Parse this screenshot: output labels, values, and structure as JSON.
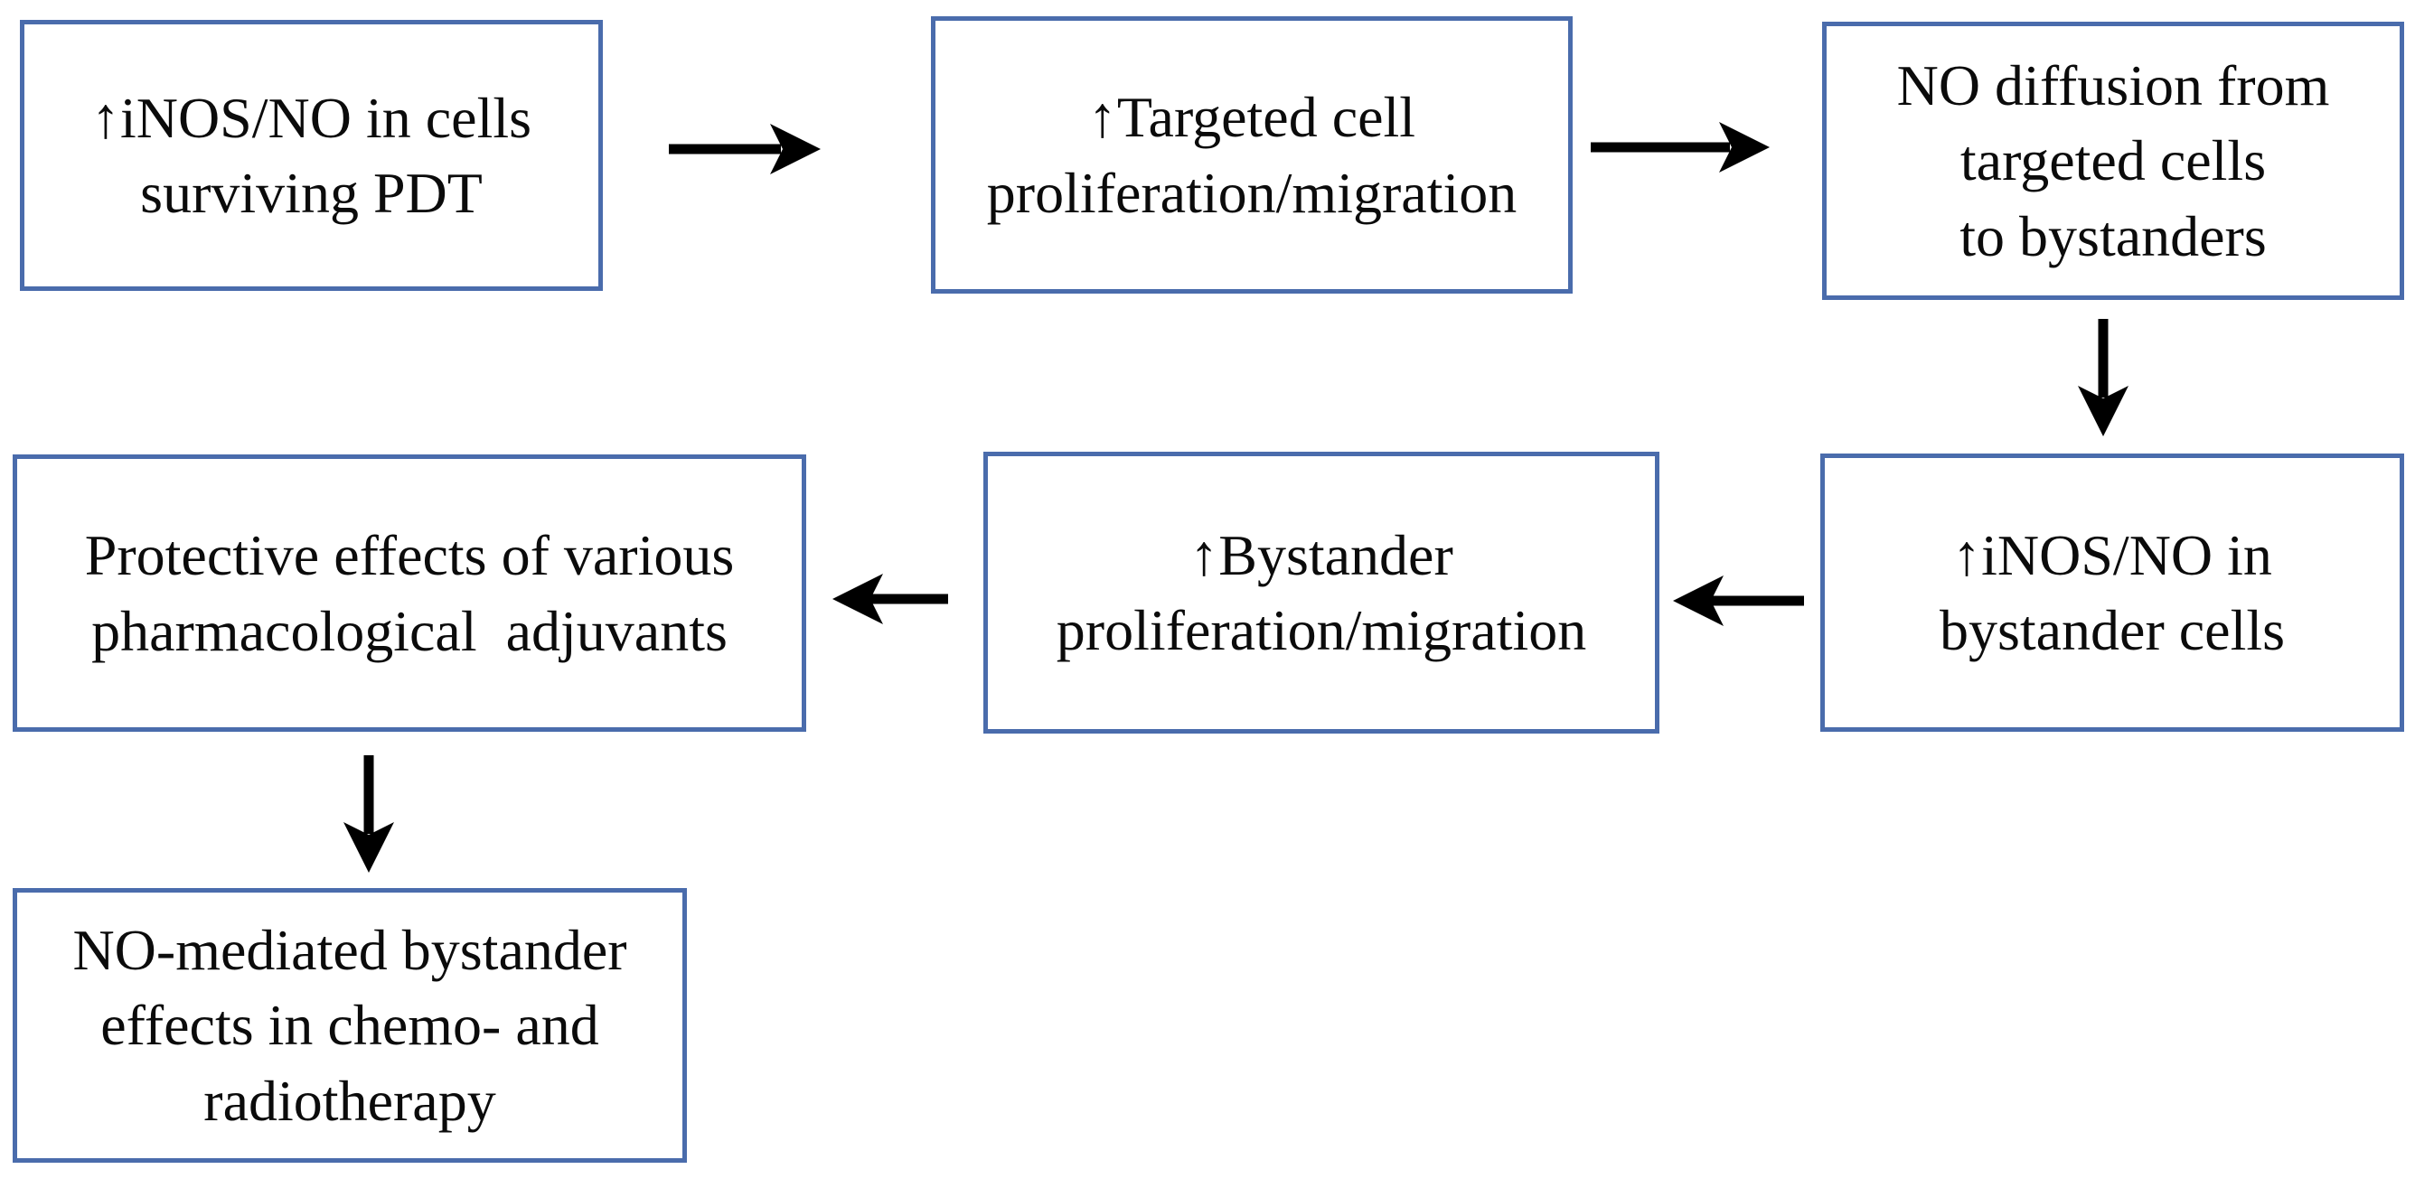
{
  "diagram": {
    "colors": {
      "background": "#ffffff",
      "box_border": "#4a6cac",
      "box_fill": "#ffffff",
      "text": "#0b0b0b",
      "arrow": "#000000"
    },
    "boxes": [
      {
        "id": "inos-no-surviving-pdt",
        "text": "↑iNOS/NO in cells\nsurviving PDT"
      },
      {
        "id": "targeted-cell-proliferation",
        "text": "↑Targeted cell\nproliferation/migration"
      },
      {
        "id": "no-diffusion-to-bystanders",
        "text": "NO diffusion from\ntargeted cells\nto bystanders"
      },
      {
        "id": "protective-adjuvants",
        "text": "Protective effects of various\npharmacological  adjuvants"
      },
      {
        "id": "bystander-proliferation",
        "text": "↑Bystander\nproliferation/migration"
      },
      {
        "id": "inos-no-bystander-cells",
        "text": "↑iNOS/NO in\nbystander cells"
      },
      {
        "id": "no-mediated-chemo-radio",
        "text": "NO-mediated bystander\neffects in chemo- and\nradiotherapy"
      }
    ],
    "connections": [
      {
        "from": "inos-no-surviving-pdt",
        "to": "targeted-cell-proliferation",
        "direction": "right"
      },
      {
        "from": "targeted-cell-proliferation",
        "to": "no-diffusion-to-bystanders",
        "direction": "right"
      },
      {
        "from": "no-diffusion-to-bystanders",
        "to": "inos-no-bystander-cells",
        "direction": "down"
      },
      {
        "from": "inos-no-bystander-cells",
        "to": "bystander-proliferation",
        "direction": "left"
      },
      {
        "from": "bystander-proliferation",
        "to": "protective-adjuvants",
        "direction": "left"
      },
      {
        "from": "protective-adjuvants",
        "to": "no-mediated-chemo-radio",
        "direction": "down"
      }
    ]
  }
}
